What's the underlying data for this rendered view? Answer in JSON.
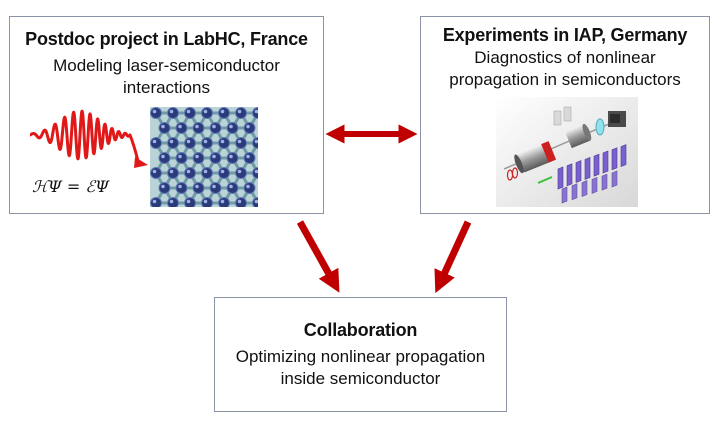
{
  "boxes": {
    "labhc": {
      "title": "Postdoc project in LabHC, France",
      "description_lines": [
        "Modeling laser-semiconductor",
        "interactions"
      ],
      "equation": "ℋΨ = ℰΨ"
    },
    "iap": {
      "title": "Experiments in IAP, Germany",
      "description_lines": [
        "Diagnostics of nonlinear",
        "propagation in semiconductors"
      ]
    },
    "collaboration": {
      "title": "Collaboration",
      "description_lines": [
        "Optimizing nonlinear propagation",
        "inside semiconductor"
      ]
    }
  },
  "colors": {
    "arrow": "#c00000",
    "laser": "#e11818",
    "box_border": "#8a94a6",
    "lattice_atom": "#2b3a7a",
    "lattice_bond": "#7fa7b0"
  },
  "icons": [
    "laser-pulse-icon",
    "crystal-lattice-image",
    "optical-setup-image"
  ]
}
